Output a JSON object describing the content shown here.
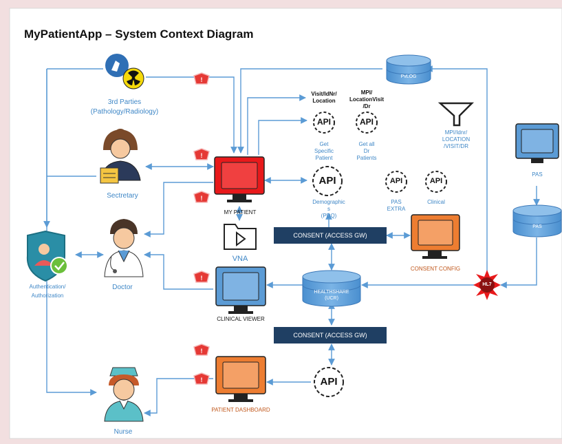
{
  "title": "MyPatientApp – System Context Diagram",
  "actors": {
    "third_parties": "3rd Parties\n(Pathology/Radiology)",
    "secretary": "Sectretary",
    "doctor": "Doctor",
    "nurse": "Nurse",
    "auth": "Authentication/\nAuthorization"
  },
  "systems": {
    "my_patient": "MY PATIENT",
    "vna": "VNA",
    "clinical_viewer": "CLINICAL VIEWER",
    "patient_dashboard": "PATIENT DASHBOARD",
    "consent_config": "CONSENT CONFIG",
    "pas_top": "PAS",
    "pas_db": "PAS",
    "pvlog": "PvLOG",
    "healthshare": "HEALTHSHARE\n(UCR)",
    "hl7": "HL7"
  },
  "apis": {
    "api_text": "API",
    "visit_title": "Visit/IdNr/\nLocation",
    "mpi_title": "MPI/\nLocationVisit\n/Dr",
    "get_specific": "Get\nSpecific\nPatient",
    "get_all": "Get all\nDr\nPatients",
    "demographics": "Demographic\ns\n(PDQ)",
    "pas_extra": "PAS\nEXTRA",
    "clinical": "Clinical",
    "filter_label": "MPI/Idnr/\nLOCATION\n/VISIT/DR"
  },
  "gateways": {
    "consent_top": "CONSENT (ACCESS GW)",
    "consent_bottom": "CONSENT (ACCESS GW)"
  },
  "colors": {
    "line": "#5b9bd5",
    "monitor_blue": "#5b9bd5",
    "monitor_red": "#e8191b",
    "monitor_orange": "#ed7d31",
    "gateway": "#1f3f63",
    "shield": "#e53935"
  }
}
